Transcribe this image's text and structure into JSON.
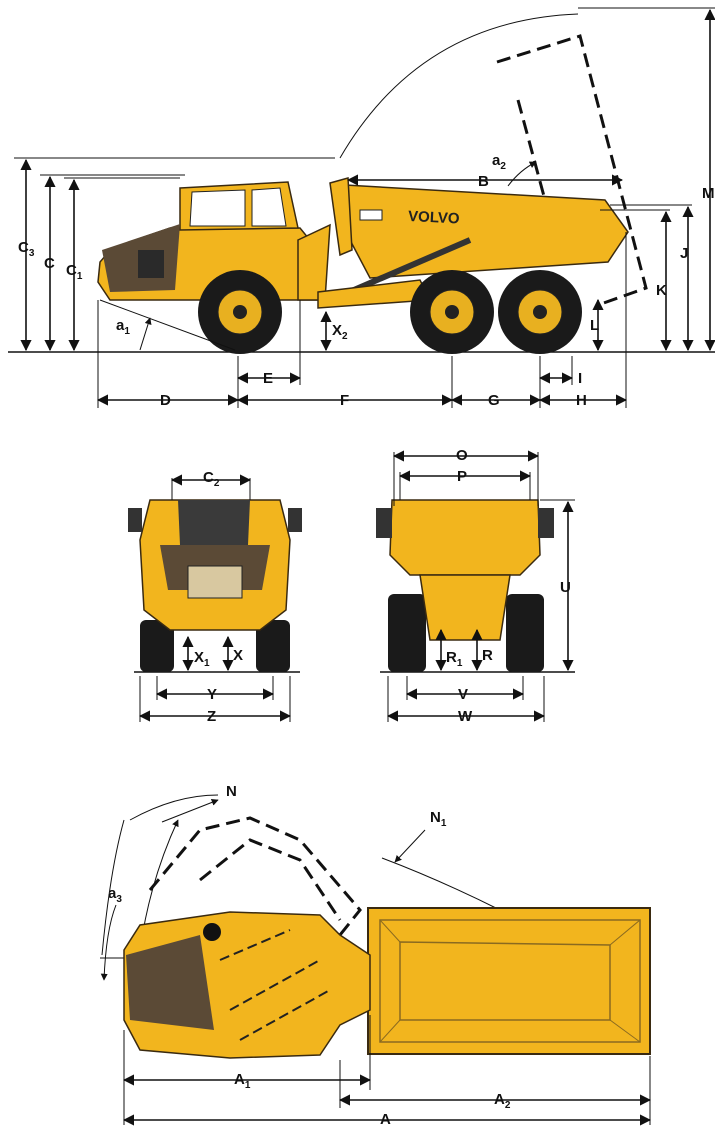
{
  "brand": "VOLVO",
  "colors": {
    "machine_yellow": "#f2b51e",
    "dark_panel": "#5b4a36",
    "line": "#111111"
  },
  "side_view": {
    "labels": [
      {
        "id": "c3",
        "base": "C",
        "sub": "3"
      },
      {
        "id": "c",
        "base": "C",
        "sub": ""
      },
      {
        "id": "c1",
        "base": "C",
        "sub": "1"
      },
      {
        "id": "a1",
        "base": "a",
        "sub": "1"
      },
      {
        "id": "x2",
        "base": "X",
        "sub": "2"
      },
      {
        "id": "a2",
        "base": "a",
        "sub": "2"
      },
      {
        "id": "b",
        "base": "B",
        "sub": ""
      },
      {
        "id": "m",
        "base": "M",
        "sub": ""
      },
      {
        "id": "j",
        "base": "J",
        "sub": ""
      },
      {
        "id": "k",
        "base": "K",
        "sub": ""
      },
      {
        "id": "l",
        "base": "L",
        "sub": ""
      },
      {
        "id": "i",
        "base": "I",
        "sub": ""
      },
      {
        "id": "d",
        "base": "D",
        "sub": ""
      },
      {
        "id": "e",
        "base": "E",
        "sub": ""
      },
      {
        "id": "f",
        "base": "F",
        "sub": ""
      },
      {
        "id": "g",
        "base": "G",
        "sub": ""
      },
      {
        "id": "h",
        "base": "H",
        "sub": ""
      }
    ]
  },
  "front_view": {
    "labels": [
      {
        "id": "c2",
        "base": "C",
        "sub": "2"
      },
      {
        "id": "x1",
        "base": "X",
        "sub": "1"
      },
      {
        "id": "x",
        "base": "X",
        "sub": ""
      },
      {
        "id": "y",
        "base": "Y",
        "sub": ""
      },
      {
        "id": "z",
        "base": "Z",
        "sub": ""
      }
    ]
  },
  "rear_view": {
    "labels": [
      {
        "id": "o",
        "base": "O",
        "sub": ""
      },
      {
        "id": "p",
        "base": "P",
        "sub": ""
      },
      {
        "id": "u",
        "base": "U",
        "sub": ""
      },
      {
        "id": "r1",
        "base": "R",
        "sub": "1"
      },
      {
        "id": "r",
        "base": "R",
        "sub": ""
      },
      {
        "id": "v",
        "base": "V",
        "sub": ""
      },
      {
        "id": "w",
        "base": "W",
        "sub": ""
      }
    ]
  },
  "top_view": {
    "labels": [
      {
        "id": "n",
        "base": "N",
        "sub": ""
      },
      {
        "id": "n1",
        "base": "N",
        "sub": "1"
      },
      {
        "id": "a3",
        "base": "a",
        "sub": "3"
      },
      {
        "id": "a1b",
        "base": "A",
        "sub": "1"
      },
      {
        "id": "a2b",
        "base": "A",
        "sub": "2"
      },
      {
        "id": "a",
        "base": "A",
        "sub": ""
      }
    ]
  }
}
